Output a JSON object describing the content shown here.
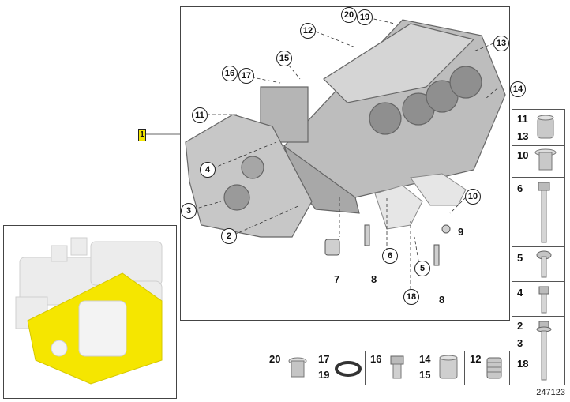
{
  "assembly_ref": "1",
  "image_number": "247123",
  "callouts": [
    "20",
    "19",
    "12",
    "13",
    "15",
    "16",
    "17",
    "14",
    "11",
    "4",
    "3",
    "2",
    "10",
    "9",
    "6",
    "5",
    "7",
    "8",
    "18",
    "8"
  ],
  "side_parts": [
    {
      "n1": "11",
      "n2": "13",
      "part": "sleeve"
    },
    {
      "n1": "10",
      "n2": "",
      "part": "flanged-sleeve"
    },
    {
      "n1": "6",
      "n2": "",
      "part": "long-bolt"
    },
    {
      "n1": "5",
      "n2": "",
      "part": "torx-bolt"
    },
    {
      "n1": "4",
      "n2": "",
      "part": "hex-bolt"
    },
    {
      "n1": "2",
      "n2": "3",
      "n3": "18",
      "part": "collar-bolt"
    }
  ],
  "bottom_parts": [
    {
      "n1": "20",
      "n2": "",
      "part": "plug"
    },
    {
      "n1": "17",
      "n2": "19",
      "part": "seal-ring"
    },
    {
      "n1": "16",
      "n2": "",
      "part": "screw-plug"
    },
    {
      "n1": "14",
      "n2": "15",
      "part": "bushing"
    },
    {
      "n1": "12",
      "n2": "",
      "part": "threaded-insert"
    }
  ]
}
